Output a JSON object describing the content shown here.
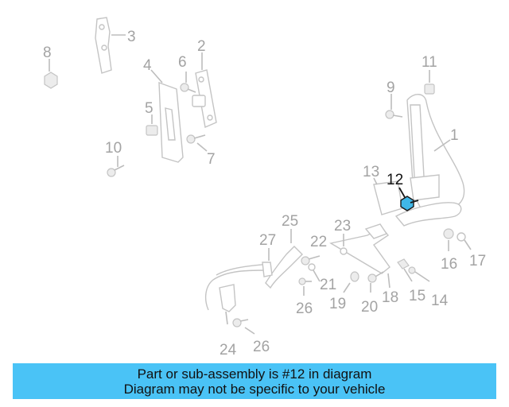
{
  "highlighted_part": "12",
  "colors": {
    "banner": "#4ac3f6",
    "highlight": "#3fb7e8",
    "part_gray": "#c4c4c4"
  },
  "callouts": {
    "c1": "1",
    "c2": "2",
    "c3": "3",
    "c4": "4",
    "c5": "5",
    "c6": "6",
    "c7": "7",
    "c8": "8",
    "c9": "9",
    "c10": "10",
    "c11": "11",
    "c12": "12",
    "c13": "13",
    "c14": "14",
    "c15": "15",
    "c16": "16",
    "c17": "17",
    "c18": "18",
    "c19": "19",
    "c20": "20",
    "c21": "21",
    "c22": "22",
    "c23": "23",
    "c24": "24",
    "c25": "25",
    "c26a": "26",
    "c26b": "26",
    "c27": "27"
  },
  "banner": {
    "line1": "Part or sub-assembly is #12 in diagram",
    "line2": "Diagram may not be specific to your vehicle"
  }
}
